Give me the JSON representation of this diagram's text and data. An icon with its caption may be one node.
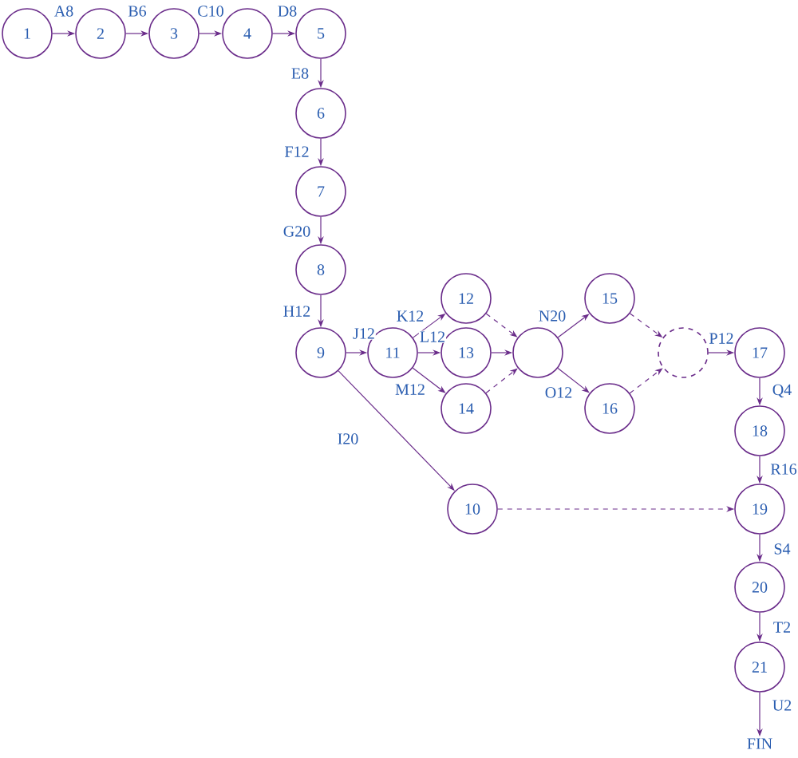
{
  "diagram": {
    "nodes": [
      {
        "text": [
          "1"
        ]
      },
      {
        "text": [
          "2"
        ]
      },
      {
        "text": [
          "3"
        ]
      },
      {
        "text": [
          "4"
        ]
      },
      {
        "text": [
          "5"
        ]
      },
      {
        "text": [
          "6"
        ]
      },
      {
        "text": [
          "7"
        ]
      },
      {
        "text": [
          "8"
        ]
      },
      {
        "text": [
          "9"
        ]
      },
      {
        "text": [
          "10"
        ]
      },
      {
        "text": [
          "11"
        ]
      },
      {
        "text": [
          "12"
        ]
      },
      {
        "text": [
          "13"
        ]
      },
      {
        "text": [
          "14"
        ]
      },
      {
        "text": [],
        "shape": "circle"
      },
      {
        "text": [
          "15"
        ]
      },
      {
        "text": [
          "16"
        ]
      },
      {
        "text": [],
        "shape": "circle"
      },
      {
        "text": [
          "17"
        ]
      },
      {
        "text": [
          "18"
        ]
      },
      {
        "text": [
          "19"
        ]
      },
      {
        "text": [
          "20"
        ]
      },
      {
        "text": [
          "21"
        ]
      },
      {
        "text": [
          "FIN"
        ]
      }
    ],
    "edges": [
      {
        "from": 0,
        "to": 1,
        "arrow": "to",
        "label": "A8"
      },
      {
        "from": 1,
        "to": 2,
        "arrow": "to",
        "label": "B6"
      },
      {
        "from": 2,
        "to": 3,
        "arrow": "to",
        "label": "C10"
      },
      {
        "from": 3,
        "to": 4,
        "arrow": "to",
        "label": "D8"
      },
      {
        "from": 4,
        "to": 5,
        "arrow": "to",
        "label": "E8"
      },
      {
        "from": 5,
        "to": 6,
        "arrow": "to",
        "label": "F12"
      },
      {
        "from": 6,
        "to": 7,
        "arrow": "to",
        "label": "G20"
      },
      {
        "from": 7,
        "to": 8,
        "arrow": "to",
        "label": "H12"
      },
      {
        "from": 8,
        "to": 10,
        "arrow": "to",
        "label": "J12"
      },
      {
        "from": 8,
        "to": 9,
        "arrow": "to",
        "label": "I20"
      },
      {
        "from": 10,
        "to": 11,
        "arrow": "to",
        "label": "K12"
      },
      {
        "from": 10,
        "to": 12,
        "arrow": "to",
        "label": "L12"
      },
      {
        "from": 10,
        "to": 13,
        "arrow": "to",
        "label": "M12"
      },
      {
        "from": 11,
        "to": 14,
        "arrow": "to",
        "style": "dashed"
      },
      {
        "from": 12,
        "to": 14,
        "arrow": "to"
      },
      {
        "from": 13,
        "to": 14,
        "arrow": "to",
        "style": "dashed"
      },
      {
        "from": 14,
        "to": 15,
        "arrow": "to",
        "label": "N20"
      },
      {
        "from": 14,
        "to": 16,
        "arrow": "to",
        "label": "O12"
      },
      {
        "from": 15,
        "to": 17,
        "arrow": "to",
        "style": "dashed"
      },
      {
        "from": 16,
        "to": 17,
        "arrow": "to",
        "style": "dashed"
      },
      {
        "from": 17,
        "to": 18,
        "arrow": "to",
        "label": "P12"
      },
      {
        "from": 18,
        "to": 19,
        "arrow": "to",
        "label": "Q4"
      },
      {
        "from": 19,
        "to": 20,
        "arrow": "to",
        "label": "R16"
      },
      {
        "from": 9,
        "to": 20,
        "arrow": "to",
        "style": "dashed"
      },
      {
        "from": 20,
        "to": 21,
        "arrow": "to",
        "label": "S4"
      },
      {
        "from": 21,
        "to": 22,
        "arrow": "to",
        "label": "T2"
      },
      {
        "from": 22,
        "to": 23,
        "arrow": "to",
        "label": "U2"
      }
    ]
  }
}
